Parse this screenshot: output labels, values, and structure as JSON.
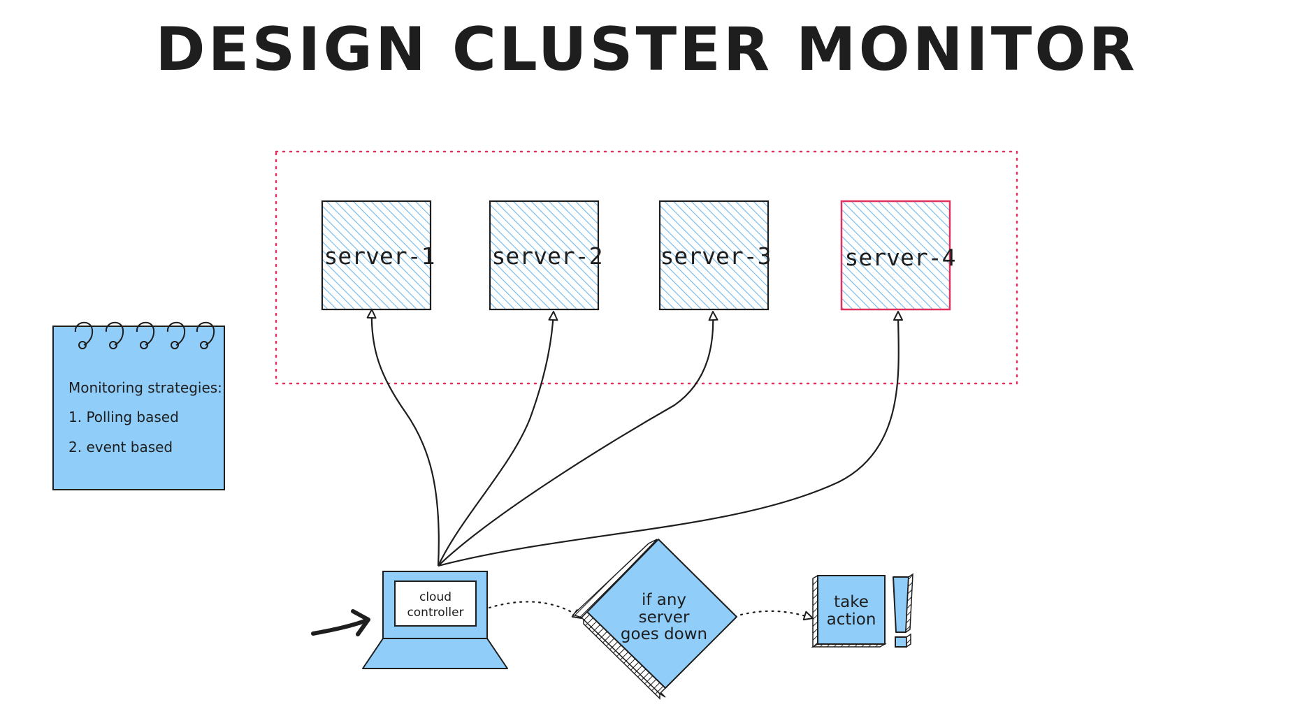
{
  "title": "DESIGN CLUSTER MONITOR",
  "colors": {
    "fill_blue": "#90cdf9",
    "hatch_blue": "#6fb8ee",
    "stroke": "#1e1e1e",
    "alert": "#e0315f"
  },
  "servers": [
    {
      "label": "server-1",
      "status": "normal"
    },
    {
      "label": "server-2",
      "status": "normal"
    },
    {
      "label": "server-3",
      "status": "normal"
    },
    {
      "label": "server-4",
      "status": "alert"
    }
  ],
  "note": {
    "heading": "Monitoring strategies:",
    "items": [
      "1. Polling based",
      "2. event based"
    ]
  },
  "controller": {
    "line1": "cloud",
    "line2": "controller"
  },
  "decision": {
    "line1": "if any",
    "line2": "server",
    "line3": "goes down"
  },
  "action": {
    "line1": "take",
    "line2": "action"
  }
}
